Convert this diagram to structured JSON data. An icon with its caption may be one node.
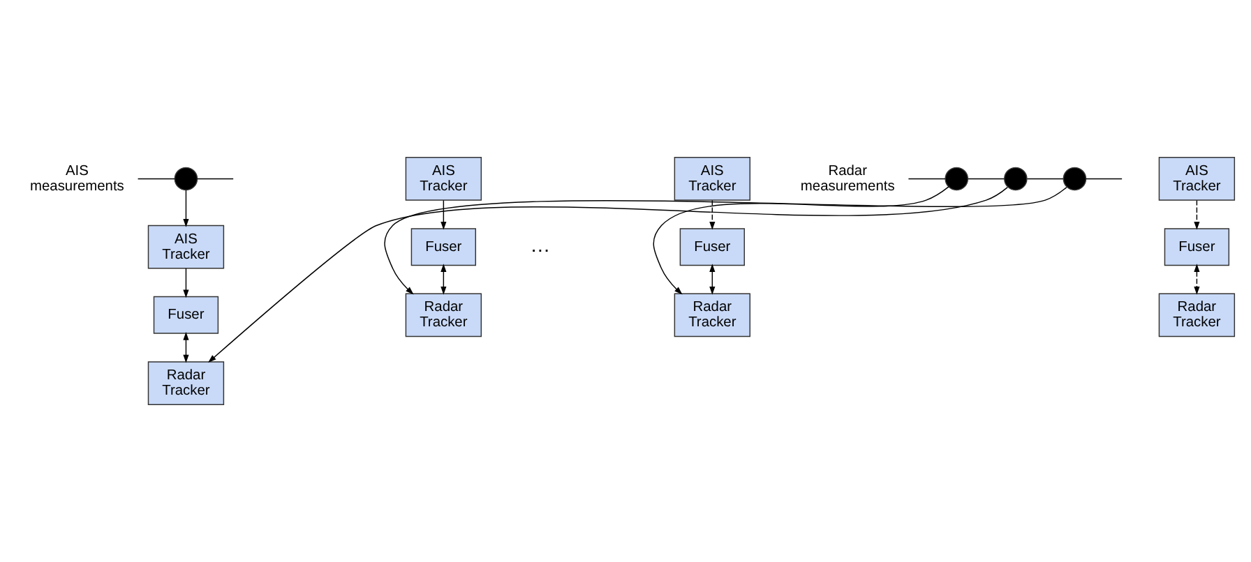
{
  "diagram": {
    "nodes": [
      {
        "text": [
          "AIS measurements"
        ]
      },
      {
        "text": [],
        "shape": "circle"
      },
      {
        "text": [
          "AIS Tracker"
        ]
      },
      {
        "text": [
          "AIS Tracker"
        ]
      },
      {
        "text": [
          "AIS Tracker"
        ]
      },
      {
        "text": [
          "AIS Tracker"
        ]
      },
      {
        "text": [
          "Fuser"
        ]
      },
      {
        "text": [
          "Fuser"
        ]
      },
      {
        "text": [
          "Fuser"
        ]
      },
      {
        "text": [
          "Fuser"
        ]
      },
      {
        "text": [
          "Radar Tracker"
        ]
      },
      {
        "text": [
          "Radar Tracker"
        ]
      },
      {
        "text": [
          "Radar Tracker"
        ]
      },
      {
        "text": [
          "Radar Tracker"
        ]
      },
      {
        "text": [
          "Radar measurements"
        ]
      },
      {
        "text": [],
        "shape": "circle"
      },
      {
        "text": [],
        "shape": "circle"
      },
      {
        "text": [],
        "shape": "circle"
      }
    ],
    "edges": [
      {
        "from": 0,
        "to": 1,
        "arrow": "none"
      },
      {
        "from": 1,
        "to": null,
        "arrow": "none"
      },
      {
        "from": 1,
        "to": 4,
        "arrow": "to"
      },
      {
        "from": 2,
        "to": 6,
        "arrow": "to",
        "style": "dashed"
      },
      {
        "from": 3,
        "to": 7,
        "arrow": "to",
        "style": "dashed"
      },
      {
        "from": 4,
        "to": 8,
        "arrow": "to"
      },
      {
        "from": 5,
        "to": 9,
        "arrow": "to"
      },
      {
        "from": 6,
        "to": 10,
        "arrow": "both"
      },
      {
        "from": 7,
        "to": 11,
        "arrow": "both",
        "style": "dashed"
      },
      {
        "from": 8,
        "to": 12,
        "arrow": "both"
      },
      {
        "from": 9,
        "to": 13,
        "arrow": "both"
      },
      {
        "from": 14,
        "to": 15,
        "arrow": "none"
      },
      {
        "from": 15,
        "to": 16,
        "arrow": "none"
      },
      {
        "from": 16,
        "to": 17,
        "arrow": "none"
      },
      {
        "from": 17,
        "to": null,
        "arrow": "none"
      },
      {
        "from": 15,
        "to": 10,
        "arrow": "to"
      },
      {
        "from": 16,
        "to": 12,
        "arrow": "to"
      },
      {
        "from": 17,
        "to": 13,
        "arrow": "to"
      }
    ],
    "labels": [
      "…"
    ]
  }
}
